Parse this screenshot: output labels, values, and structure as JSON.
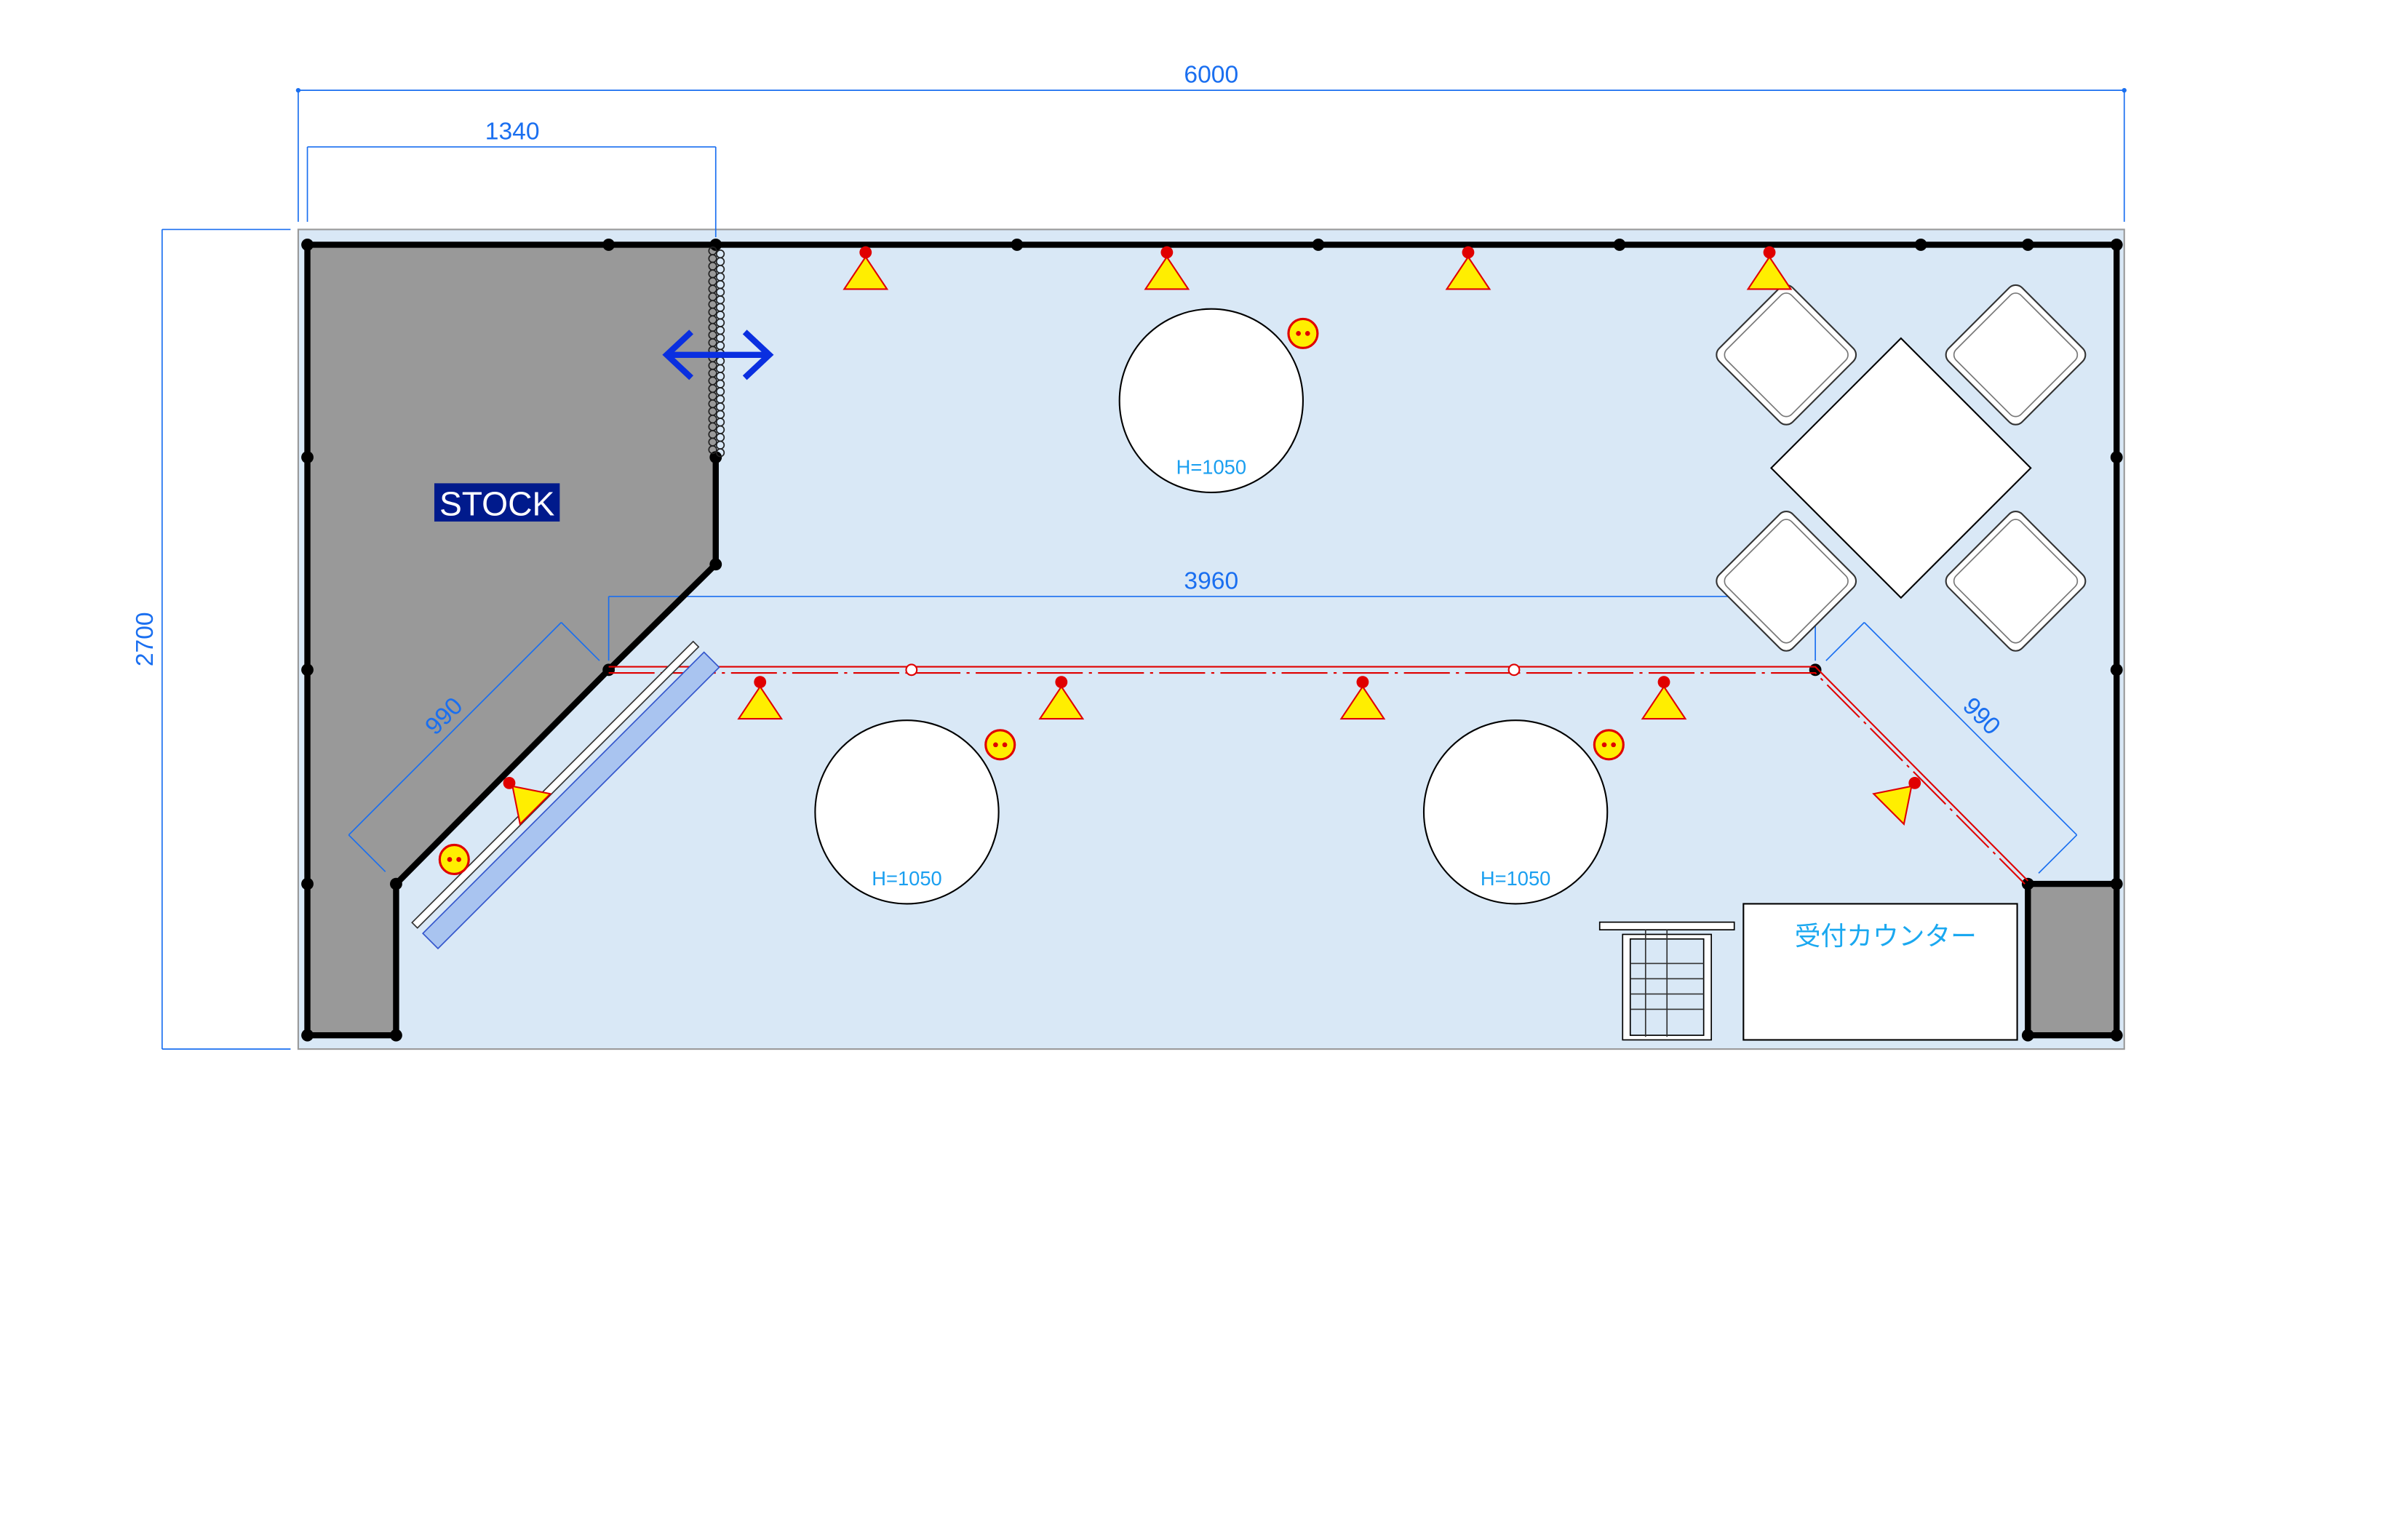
{
  "dimensions": {
    "total_width": "6000",
    "stock_width": "1340",
    "total_depth": "2700",
    "front_width": "3960",
    "left_diagonal": "990",
    "right_diagonal": "990"
  },
  "labels": {
    "stock": "STOCK",
    "reception_counter": "受付カウンター",
    "table_height": "H=1050"
  },
  "colors": {
    "floor": "#d9e8f6",
    "stock_area": "#999999",
    "dimension": "#1a6ff0",
    "stock_label_bg": "#001a8c",
    "spotlight": "#ffee00",
    "line_red": "#e00000"
  }
}
